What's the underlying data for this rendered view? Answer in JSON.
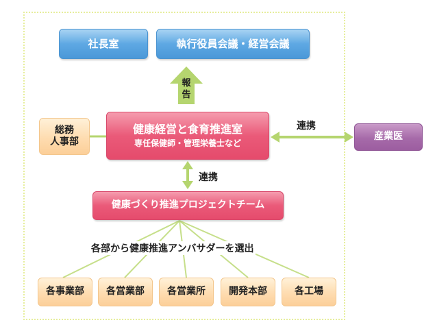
{
  "top": {
    "president": "社長室",
    "executive": "執行役員会議・経営会議"
  },
  "report_label": "報告",
  "side": {
    "general_affairs_line1": "総務",
    "general_affairs_line2": "人事部"
  },
  "center": {
    "title": "健康経営と食育推進室",
    "subtitle": "専任保健師・管理栄養士など"
  },
  "partner": {
    "label": "連携",
    "doctor": "産業医"
  },
  "link_label": "連携",
  "team": "健康づくり推進プロジェクトチーム",
  "selection_label": "各部から健康推進アンバサダーを選出",
  "departments": [
    "各事業部",
    "各営業部",
    "各営業所",
    "開発本部",
    "各工場"
  ],
  "colors": {
    "arrow": "#b5d56f",
    "frame": "#e6ee9c",
    "blue": "#5ea8e3",
    "pink": "#e85a79",
    "peach": "#fedcb0",
    "purple": "#a66aa9"
  }
}
